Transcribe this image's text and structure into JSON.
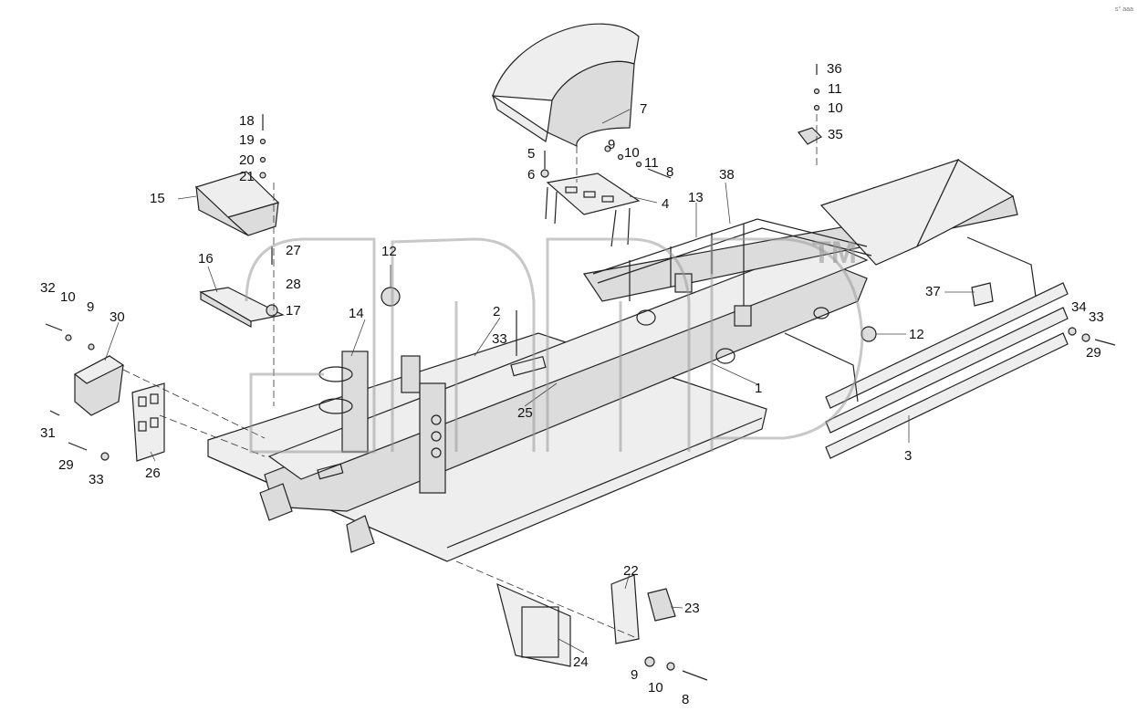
{
  "corner_mark": "s° aaa",
  "watermark": {
    "text": "alfd",
    "tm": "TM"
  },
  "callouts": [
    {
      "id": "c1",
      "text": "1"
    },
    {
      "id": "c2",
      "text": "2"
    },
    {
      "id": "c3",
      "text": "3"
    },
    {
      "id": "c4",
      "text": "4"
    },
    {
      "id": "c5",
      "text": "5"
    },
    {
      "id": "c6",
      "text": "6"
    },
    {
      "id": "c7",
      "text": "7"
    },
    {
      "id": "c8a",
      "text": "8"
    },
    {
      "id": "c8b",
      "text": "8"
    },
    {
      "id": "c9a",
      "text": "9"
    },
    {
      "id": "c9b",
      "text": "9"
    },
    {
      "id": "c9c",
      "text": "9"
    },
    {
      "id": "c10a",
      "text": "10"
    },
    {
      "id": "c10b",
      "text": "10"
    },
    {
      "id": "c10c",
      "text": "10"
    },
    {
      "id": "c10d",
      "text": "10"
    },
    {
      "id": "c11a",
      "text": "11"
    },
    {
      "id": "c11b",
      "text": "11"
    },
    {
      "id": "c12a",
      "text": "12"
    },
    {
      "id": "c12b",
      "text": "12"
    },
    {
      "id": "c13",
      "text": "13"
    },
    {
      "id": "c14",
      "text": "14"
    },
    {
      "id": "c15",
      "text": "15"
    },
    {
      "id": "c16",
      "text": "16"
    },
    {
      "id": "c17",
      "text": "17"
    },
    {
      "id": "c18",
      "text": "18"
    },
    {
      "id": "c19",
      "text": "19"
    },
    {
      "id": "c20",
      "text": "20"
    },
    {
      "id": "c21",
      "text": "21"
    },
    {
      "id": "c22",
      "text": "22"
    },
    {
      "id": "c23",
      "text": "23"
    },
    {
      "id": "c24",
      "text": "24"
    },
    {
      "id": "c25",
      "text": "25"
    },
    {
      "id": "c26",
      "text": "26"
    },
    {
      "id": "c27",
      "text": "27"
    },
    {
      "id": "c28",
      "text": "28"
    },
    {
      "id": "c29a",
      "text": "29"
    },
    {
      "id": "c29b",
      "text": "29"
    },
    {
      "id": "c30",
      "text": "30"
    },
    {
      "id": "c31",
      "text": "31"
    },
    {
      "id": "c32",
      "text": "32"
    },
    {
      "id": "c33a",
      "text": "33"
    },
    {
      "id": "c33b",
      "text": "33"
    },
    {
      "id": "c33c",
      "text": "33"
    },
    {
      "id": "c34",
      "text": "34"
    },
    {
      "id": "c35",
      "text": "35"
    },
    {
      "id": "c36",
      "text": "36"
    },
    {
      "id": "c37",
      "text": "37"
    },
    {
      "id": "c38",
      "text": "38"
    }
  ]
}
